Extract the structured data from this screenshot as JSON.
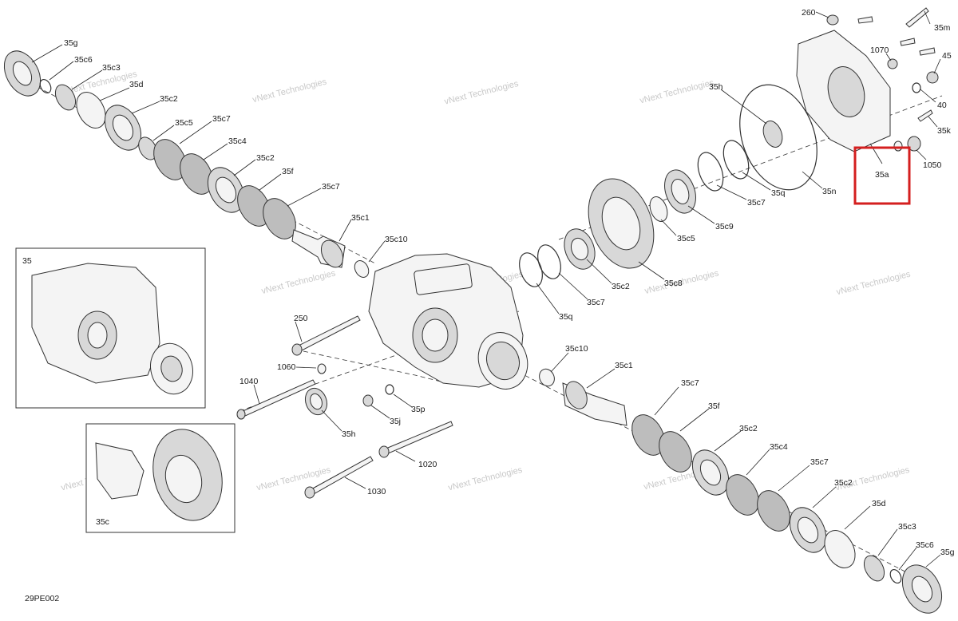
{
  "diagram": {
    "code": "29PE002",
    "watermark": "vNext Technologies",
    "highlight_color": "#d41f1f",
    "highlighted_label": "35a",
    "inset_labels": [
      "35",
      "35c"
    ],
    "labels": {
      "l1": "35g",
      "l2": "35c6",
      "l3": "35c3",
      "l4": "35d",
      "l5": "35c2",
      "l6": "35c5",
      "l7": "35c7",
      "l8": "35c4",
      "l9": "35c2",
      "l10": "35f",
      "l11": "35c7",
      "l12": "35c1",
      "l13": "35c10",
      "l14": "250",
      "l15": "1060",
      "l16": "1040",
      "l17": "35h",
      "l18": "35j",
      "l19": "35p",
      "l20": "1020",
      "l21": "1030",
      "l22": "35c2",
      "l23": "35c7",
      "l24": "35q",
      "l25": "35c8",
      "l26": "35c5",
      "l27": "35c9",
      "l28": "35c7",
      "l29": "35q",
      "l30": "35n",
      "l31": "35h",
      "l32": "260",
      "l33": "35m",
      "l34": "1070",
      "l35": "45",
      "l36": "40",
      "l37": "35k",
      "l38": "1050",
      "l39": "35a",
      "l40": "35c10",
      "l41": "35c1",
      "l42": "35c7",
      "l43": "35f",
      "l44": "35c2",
      "l45": "35c4",
      "l46": "35c7",
      "l47": "35c2",
      "l48": "35d",
      "l49": "35c3",
      "l50": "35c6",
      "l51": "35g"
    }
  }
}
